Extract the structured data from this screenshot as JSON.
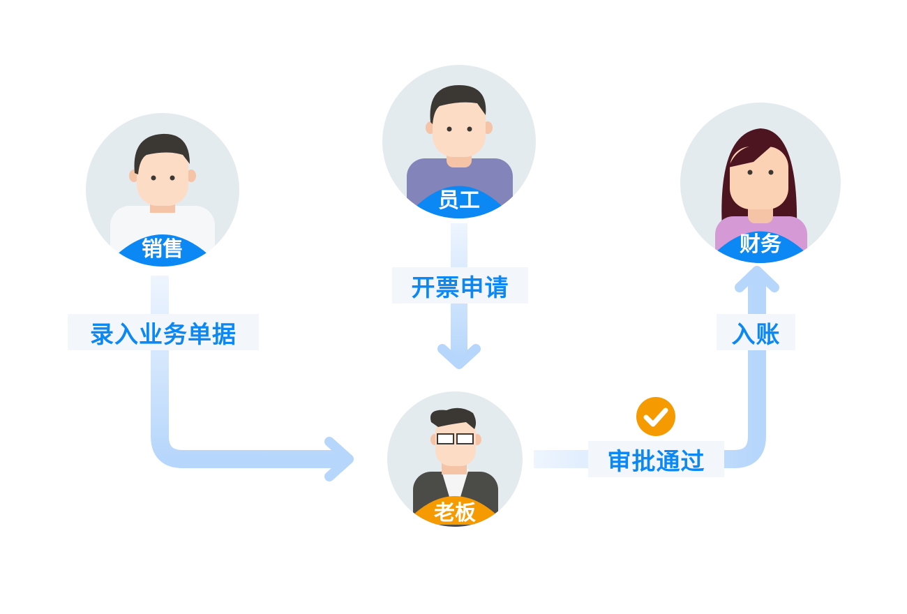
{
  "roles": {
    "sales": "销售",
    "employee": "员工",
    "finance": "财务",
    "boss": "老板"
  },
  "steps": {
    "enter_documents": "录入业务单据",
    "invoice_request": "开票申请",
    "approved": "审批通过",
    "post_to_ledger": "入账"
  },
  "colors": {
    "label_blue": "#0c88f5",
    "boss_orange": "#f59a00",
    "arrow": "#b6d6fb"
  }
}
